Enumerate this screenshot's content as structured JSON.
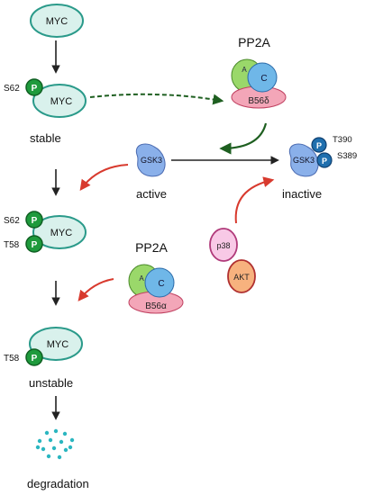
{
  "labels": {
    "myc": "MYC",
    "s62": "S62",
    "t58": "T58",
    "p": "P",
    "stable": "stable",
    "unstable": "unstable",
    "degradation": "degradation",
    "pp2a": "PP2A",
    "pp2a_subunit_a": "A",
    "pp2a_subunit_c": "C",
    "b56_delta": "B56δ",
    "b56_alpha": "B56α",
    "gsk3": "GSK3",
    "active": "active",
    "inactive": "inactive",
    "t390": "T390",
    "s389": "S389",
    "p38": "p38",
    "akt": "AKT"
  },
  "colors": {
    "myc_fill": "#d9f1ec",
    "myc_stroke": "#2a9a8a",
    "phospho_green": "#1e9a3c",
    "phospho_blue": "#1f6fae",
    "pp2a_a": "#9ad86a",
    "pp2a_c": "#6fb7e8",
    "pp2a_b": "#f3a6b8",
    "gsk3": "#8ab0ea",
    "p38_fill": "#f8c9e6",
    "p38_stroke": "#b03a7a",
    "akt_fill": "#f7b27e",
    "akt_stroke": "#b03030",
    "red_arrow": "#d83a2e",
    "green_arrow": "#1e5f20",
    "degradation_dots": "#2bb6c0"
  }
}
